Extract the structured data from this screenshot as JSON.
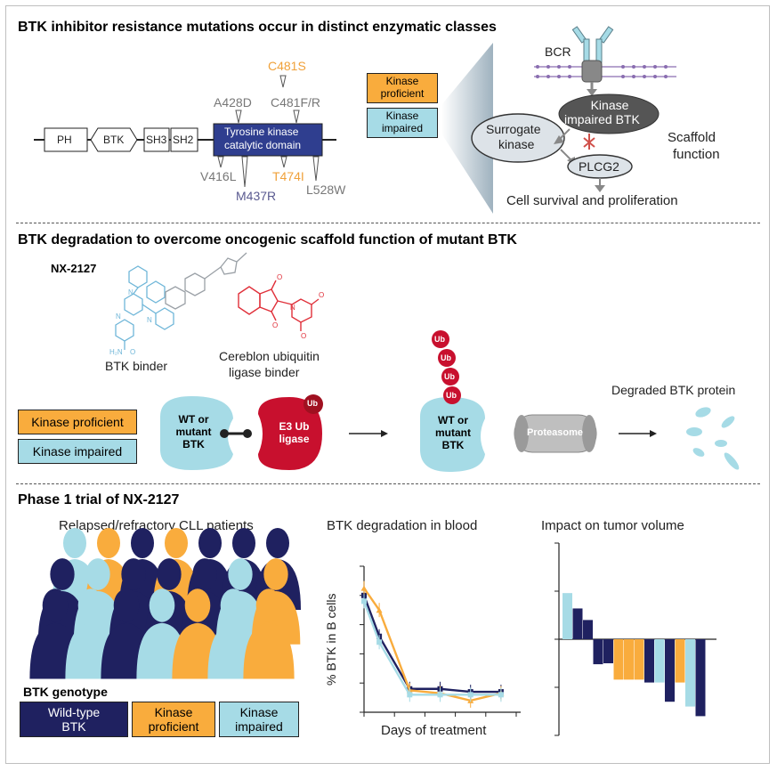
{
  "section1": {
    "title": "BTK inhibitor resistance mutations occur in distinct enzymatic classes",
    "domains": {
      "ph": "PH",
      "btk": "BTK",
      "sh3": "SH3",
      "sh2": "SH2",
      "kinase_line1": "Tyrosine kinase",
      "kinase_line2": "catalytic domain"
    },
    "mutations_above": [
      {
        "label": "A428D",
        "color": "#777777"
      },
      {
        "label": "C481S",
        "color": "#f0a13a"
      },
      {
        "label": "C481F/R",
        "color": "#777777"
      }
    ],
    "mutations_below": [
      {
        "label": "V416L",
        "color": "#777777"
      },
      {
        "label": "M437R",
        "color": "#5a5a90"
      },
      {
        "label": "T474I",
        "color": "#f0a13a"
      },
      {
        "label": "L528W",
        "color": "#777777"
      }
    ],
    "legend": {
      "proficient_line1": "Kinase",
      "proficient_line2": "proficient",
      "impaired_line1": "Kinase",
      "impaired_line2": "impaired"
    },
    "pathway": {
      "bcr": "BCR",
      "surrogate_line1": "Surrogate",
      "surrogate_line2": "kinase",
      "impaired_btk_line1": "Kinase",
      "impaired_btk_line2": "impaired BTK",
      "plcg2": "PLCG2",
      "scaffold_line1": "Scaffold",
      "scaffold_line2": "function",
      "survival": "Cell survival and proliferation"
    }
  },
  "section2": {
    "title": "BTK degradation to overcome oncogenic scaffold function of mutant BTK",
    "compound": "NX-2127",
    "btk_binder": "BTK binder",
    "cereblon_line1": "Cereblon ubiquitin",
    "cereblon_line2": "ligase binder",
    "legend": {
      "proficient": "Kinase proficient",
      "impaired": "Kinase impaired"
    },
    "wt_mutant": [
      "WT or",
      "mutant",
      "BTK"
    ],
    "e3": [
      "E3 Ub",
      "ligase"
    ],
    "ub": "Ub",
    "proteasome": "Proteasome",
    "degraded": "Degraded BTK protein"
  },
  "section3": {
    "title": "Phase 1 trial of NX-2127",
    "patients": "Relapsed/refractory CLL patients",
    "genotype_title": "BTK genotype",
    "genotype": {
      "wt_line1": "Wild-type",
      "wt_line2": "BTK",
      "prof_line1": "Kinase",
      "prof_line2": "proficient",
      "imp_line1": "Kinase",
      "imp_line2": "impaired"
    },
    "colors": {
      "navy": "#1f2160",
      "orange": "#f9ac3d",
      "blue": "#a6dbe6",
      "red": "#c8102e"
    }
  },
  "chart_data": [
    {
      "type": "line",
      "title": "BTK degradation in blood",
      "xlabel": "Days of treatment",
      "ylabel": "% BTK in B cells",
      "series": [
        {
          "color": "#1f2160",
          "values": [
            {
              "x": 0,
              "y": 80
            },
            {
              "x": 1,
              "y": 52
            },
            {
              "x": 3,
              "y": 16
            },
            {
              "x": 5,
              "y": 16
            },
            {
              "x": 7,
              "y": 14
            },
            {
              "x": 9,
              "y": 14
            }
          ]
        },
        {
          "color": "#f9ac3d",
          "values": [
            {
              "x": 0,
              "y": 85
            },
            {
              "x": 1,
              "y": 70
            },
            {
              "x": 3,
              "y": 15
            },
            {
              "x": 5,
              "y": 13
            },
            {
              "x": 7,
              "y": 8
            },
            {
              "x": 9,
              "y": 13
            }
          ]
        },
        {
          "color": "#a6dbe6",
          "values": [
            {
              "x": 0,
              "y": 76
            },
            {
              "x": 1,
              "y": 48
            },
            {
              "x": 3,
              "y": 12
            },
            {
              "x": 5,
              "y": 12
            },
            {
              "x": 7,
              "y": 12
            },
            {
              "x": 9,
              "y": 12
            }
          ]
        }
      ],
      "xlim": [
        0,
        10
      ],
      "ylim": [
        0,
        100
      ]
    },
    {
      "type": "bar",
      "title": "Impact on tumor volume",
      "values": [
        {
          "y": 48,
          "color": "#a6dbe6"
        },
        {
          "y": 32,
          "color": "#1f2160"
        },
        {
          "y": 20,
          "color": "#1f2160"
        },
        {
          "y": -26,
          "color": "#1f2160"
        },
        {
          "y": -25,
          "color": "#1f2160"
        },
        {
          "y": -42,
          "color": "#f9ac3d"
        },
        {
          "y": -42,
          "color": "#f9ac3d"
        },
        {
          "y": -42,
          "color": "#f9ac3d"
        },
        {
          "y": -45,
          "color": "#1f2160"
        },
        {
          "y": -45,
          "color": "#a6dbe6"
        },
        {
          "y": -65,
          "color": "#1f2160"
        },
        {
          "y": -45,
          "color": "#f9ac3d"
        },
        {
          "y": -70,
          "color": "#a6dbe6"
        },
        {
          "y": -80,
          "color": "#1f2160"
        }
      ],
      "ylim": [
        -100,
        100
      ]
    }
  ]
}
